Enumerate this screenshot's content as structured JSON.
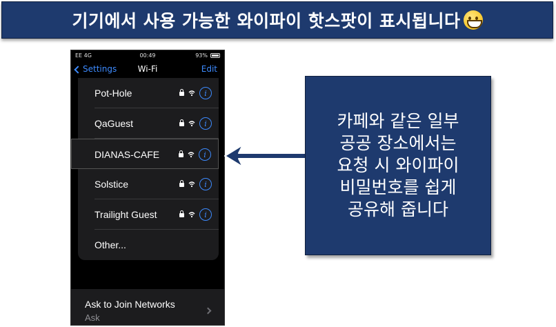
{
  "banner": {
    "title": "기기에서 사용 가능한 와이파이 핫스팟이 표시됩니다",
    "emoji_icon": "grinning-face-icon"
  },
  "phone": {
    "status": {
      "carrier": "EE  4G",
      "time": "00:49",
      "battery": "93%"
    },
    "nav": {
      "back_label": "Settings",
      "title": "Wi-Fi",
      "edit_label": "Edit"
    },
    "networks": [
      {
        "name": "Pot-Hole",
        "secured": true
      },
      {
        "name": "QaGuest",
        "secured": true
      },
      {
        "name": "DIANAS-CAFE",
        "secured": true,
        "highlighted": true
      },
      {
        "name": "Solstice",
        "secured": true
      },
      {
        "name": "Trailight Guest",
        "secured": true
      }
    ],
    "other_label": "Other...",
    "info_glyph": "i",
    "ask_to_join": {
      "title": "Ask to Join Networks",
      "value": "Ask"
    }
  },
  "callout": {
    "text": "카페와 같은 일부\n공공 장소에서는\n요청 시 와이파이\n비밀번호를 쉽게\n공유해 줍니다"
  },
  "colors": {
    "navy": "#1e3a6e",
    "ios_blue": "#3d8bff",
    "cell_bg": "#1c1c1e"
  }
}
